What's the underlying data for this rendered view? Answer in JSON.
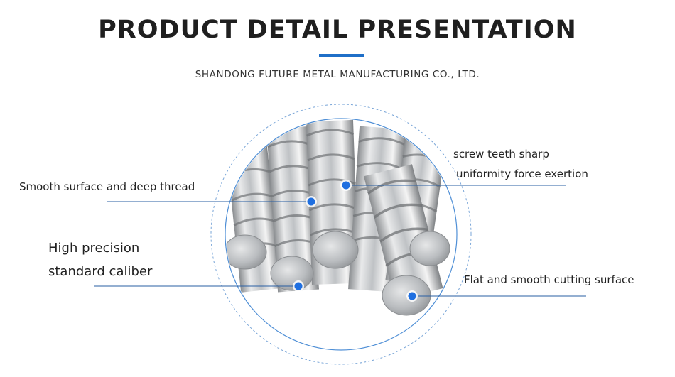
{
  "header": {
    "title": "PRODUCT DETAIL PRESENTATION",
    "subtitle": "SHANDONG FUTURE METAL MANUFACTURING CO., LTD."
  },
  "product_image": {
    "icon": "steel-rebar-bundle-icon",
    "accent_color": "#1f6fc8"
  },
  "callouts": {
    "thread": {
      "text": "Smooth surface and deep thread"
    },
    "teeth": {
      "line1": "screw teeth sharp",
      "line2": "uniformity force exertion"
    },
    "caliber": {
      "line1": "High precision",
      "line2": "standard caliber"
    },
    "cutting": {
      "text": "Flat and smooth cutting surface"
    }
  }
}
